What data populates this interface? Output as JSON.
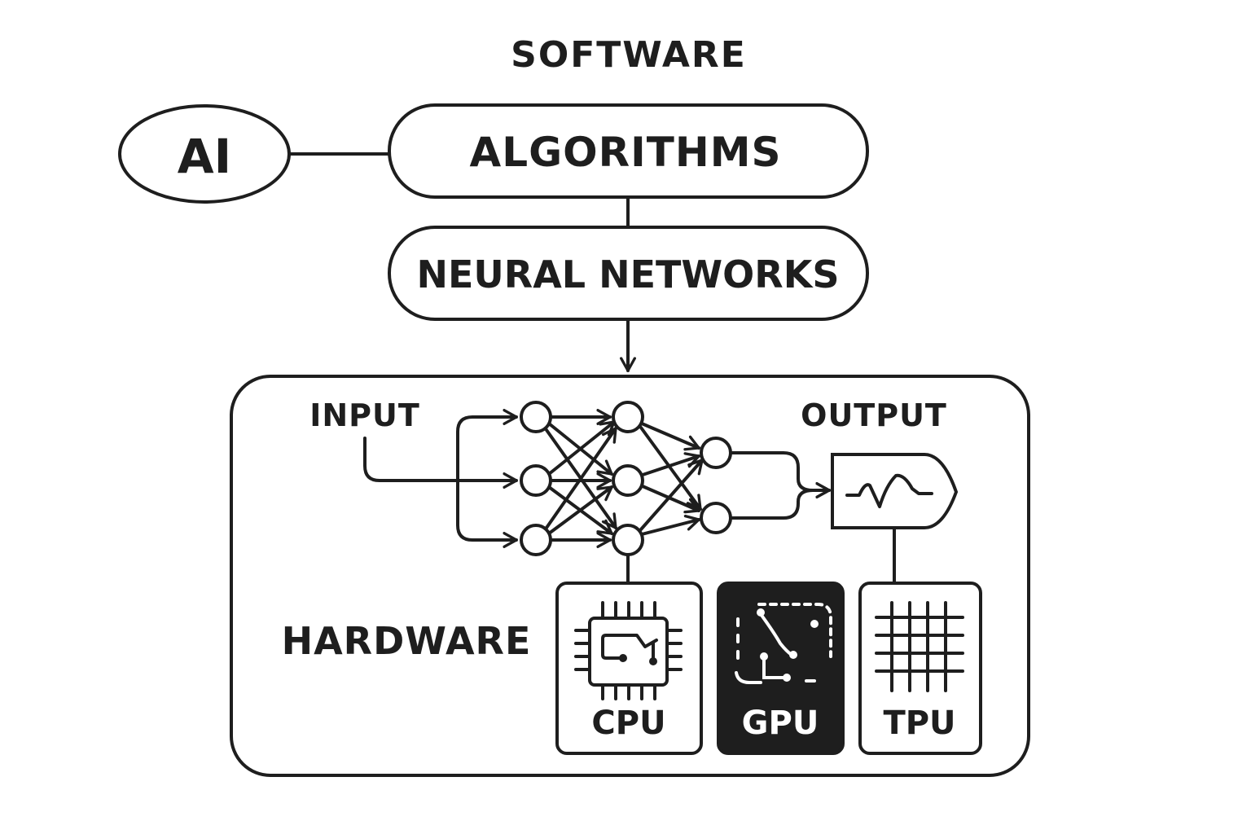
{
  "software": {
    "title": "SOFTWARE"
  },
  "nodes": {
    "ai": "AI",
    "algorithms": "ALGORITHMS",
    "neural_networks": "NEURAL NETWORKS"
  },
  "network": {
    "input_label": "INPUT",
    "output_label": "OUTPUT"
  },
  "hardware": {
    "title": "HARDWARE",
    "chips": [
      {
        "label": "CPU",
        "icon": "cpu-chip-icon"
      },
      {
        "label": "GPU",
        "icon": "gpu-circuit-icon"
      },
      {
        "label": "TPU",
        "icon": "tpu-grid-icon"
      }
    ]
  },
  "colors": {
    "ink": "#1e1e1e",
    "background": "#ffffff",
    "gpu_fill": "#1e1e1e"
  }
}
